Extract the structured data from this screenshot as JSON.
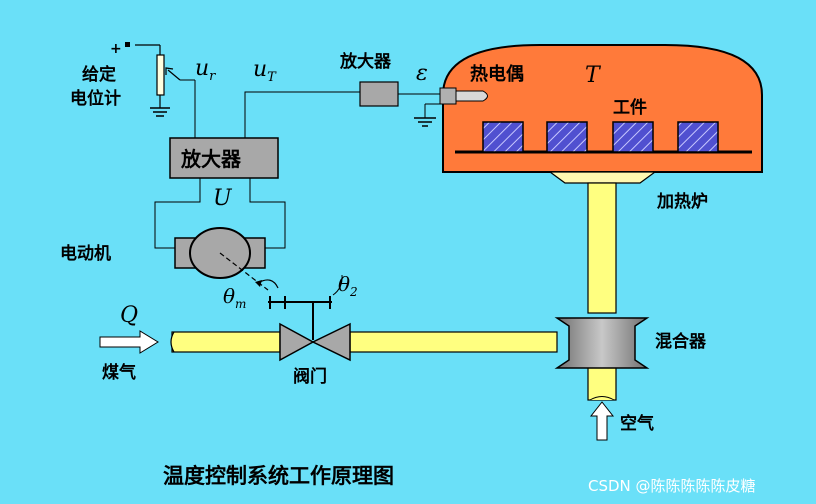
{
  "labels": {
    "reference_pot": "给定\n电位计",
    "plus_sign": "+",
    "u_r": "u",
    "u_r_sub": "r",
    "u_T": "u",
    "u_T_sub": "T",
    "amp_top": "放大器",
    "epsilon": "ε",
    "thermocouple": "热电偶",
    "T_symbol": "T",
    "workpiece": "工件",
    "amp_main": "放大器",
    "U_symbol": "U",
    "motor": "电动机",
    "furnace": "加热炉",
    "theta_m": "θ",
    "theta_m_sub": "m",
    "theta_2": "θ",
    "theta_2_sub": "2",
    "Q_symbol": "Q",
    "gas": "煤气",
    "valve": "阀门",
    "mixer": "混合器",
    "air": "空气",
    "caption": "温度控制系统工作原理图",
    "watermark": "CSDN @陈陈陈陈陈皮糖"
  },
  "colors": {
    "background": "#6ae0f8",
    "furnace": "#ff7a3a",
    "pipe": "#ffff80",
    "device_gray": "#a8a8a8",
    "work_blue": "#5050d0"
  }
}
